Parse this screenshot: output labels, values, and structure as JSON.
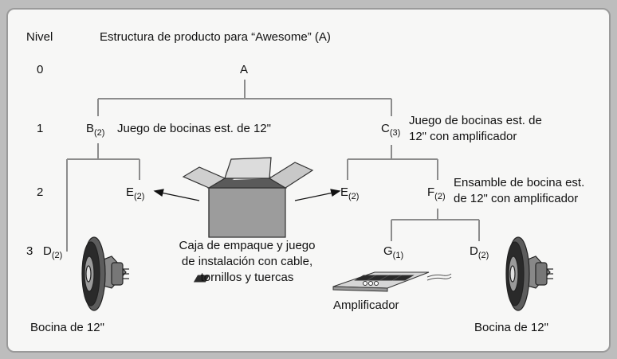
{
  "header": {
    "level_label": "Nivel",
    "title": "Estructura de producto para “Awesome” (A)"
  },
  "levels": [
    "0",
    "1",
    "2",
    "3"
  ],
  "nodes": {
    "A": {
      "letter": "A"
    },
    "B": {
      "letter": "B",
      "qty": "(2)",
      "desc": "Juego de bocinas est. de 12\""
    },
    "C": {
      "letter": "C",
      "qty": "(3)",
      "desc_line1": "Juego de bocinas est. de",
      "desc_line2": "12\" con amplificador"
    },
    "E_left": {
      "letter": "E",
      "qty": "(2)"
    },
    "E_right": {
      "letter": "E",
      "qty": "(2)"
    },
    "F": {
      "letter": "F",
      "qty": "(2)",
      "desc_line1": "Ensamble de bocina est.",
      "desc_line2": "de 12\" con amplificador"
    },
    "D_left": {
      "letter": "D",
      "qty": "(2)"
    },
    "G": {
      "letter": "G",
      "qty": "(1)"
    },
    "D_right": {
      "letter": "D",
      "qty": "(2)"
    }
  },
  "captions": {
    "box_line1": "Caja de empaque y juego",
    "box_line2": "de instalación con cable,",
    "box_line3": "tornillos y tuercas",
    "amplifier": "Amplificador",
    "speaker_left": "Bocina de 12\"",
    "speaker_right": "Bocina de 12\""
  },
  "colors": {
    "frame_outer": "#bdbdbd",
    "frame_border": "#9a9a9a",
    "background": "#f7f7f6",
    "tree_lines": "#8c8c8c",
    "text": "#111111"
  }
}
